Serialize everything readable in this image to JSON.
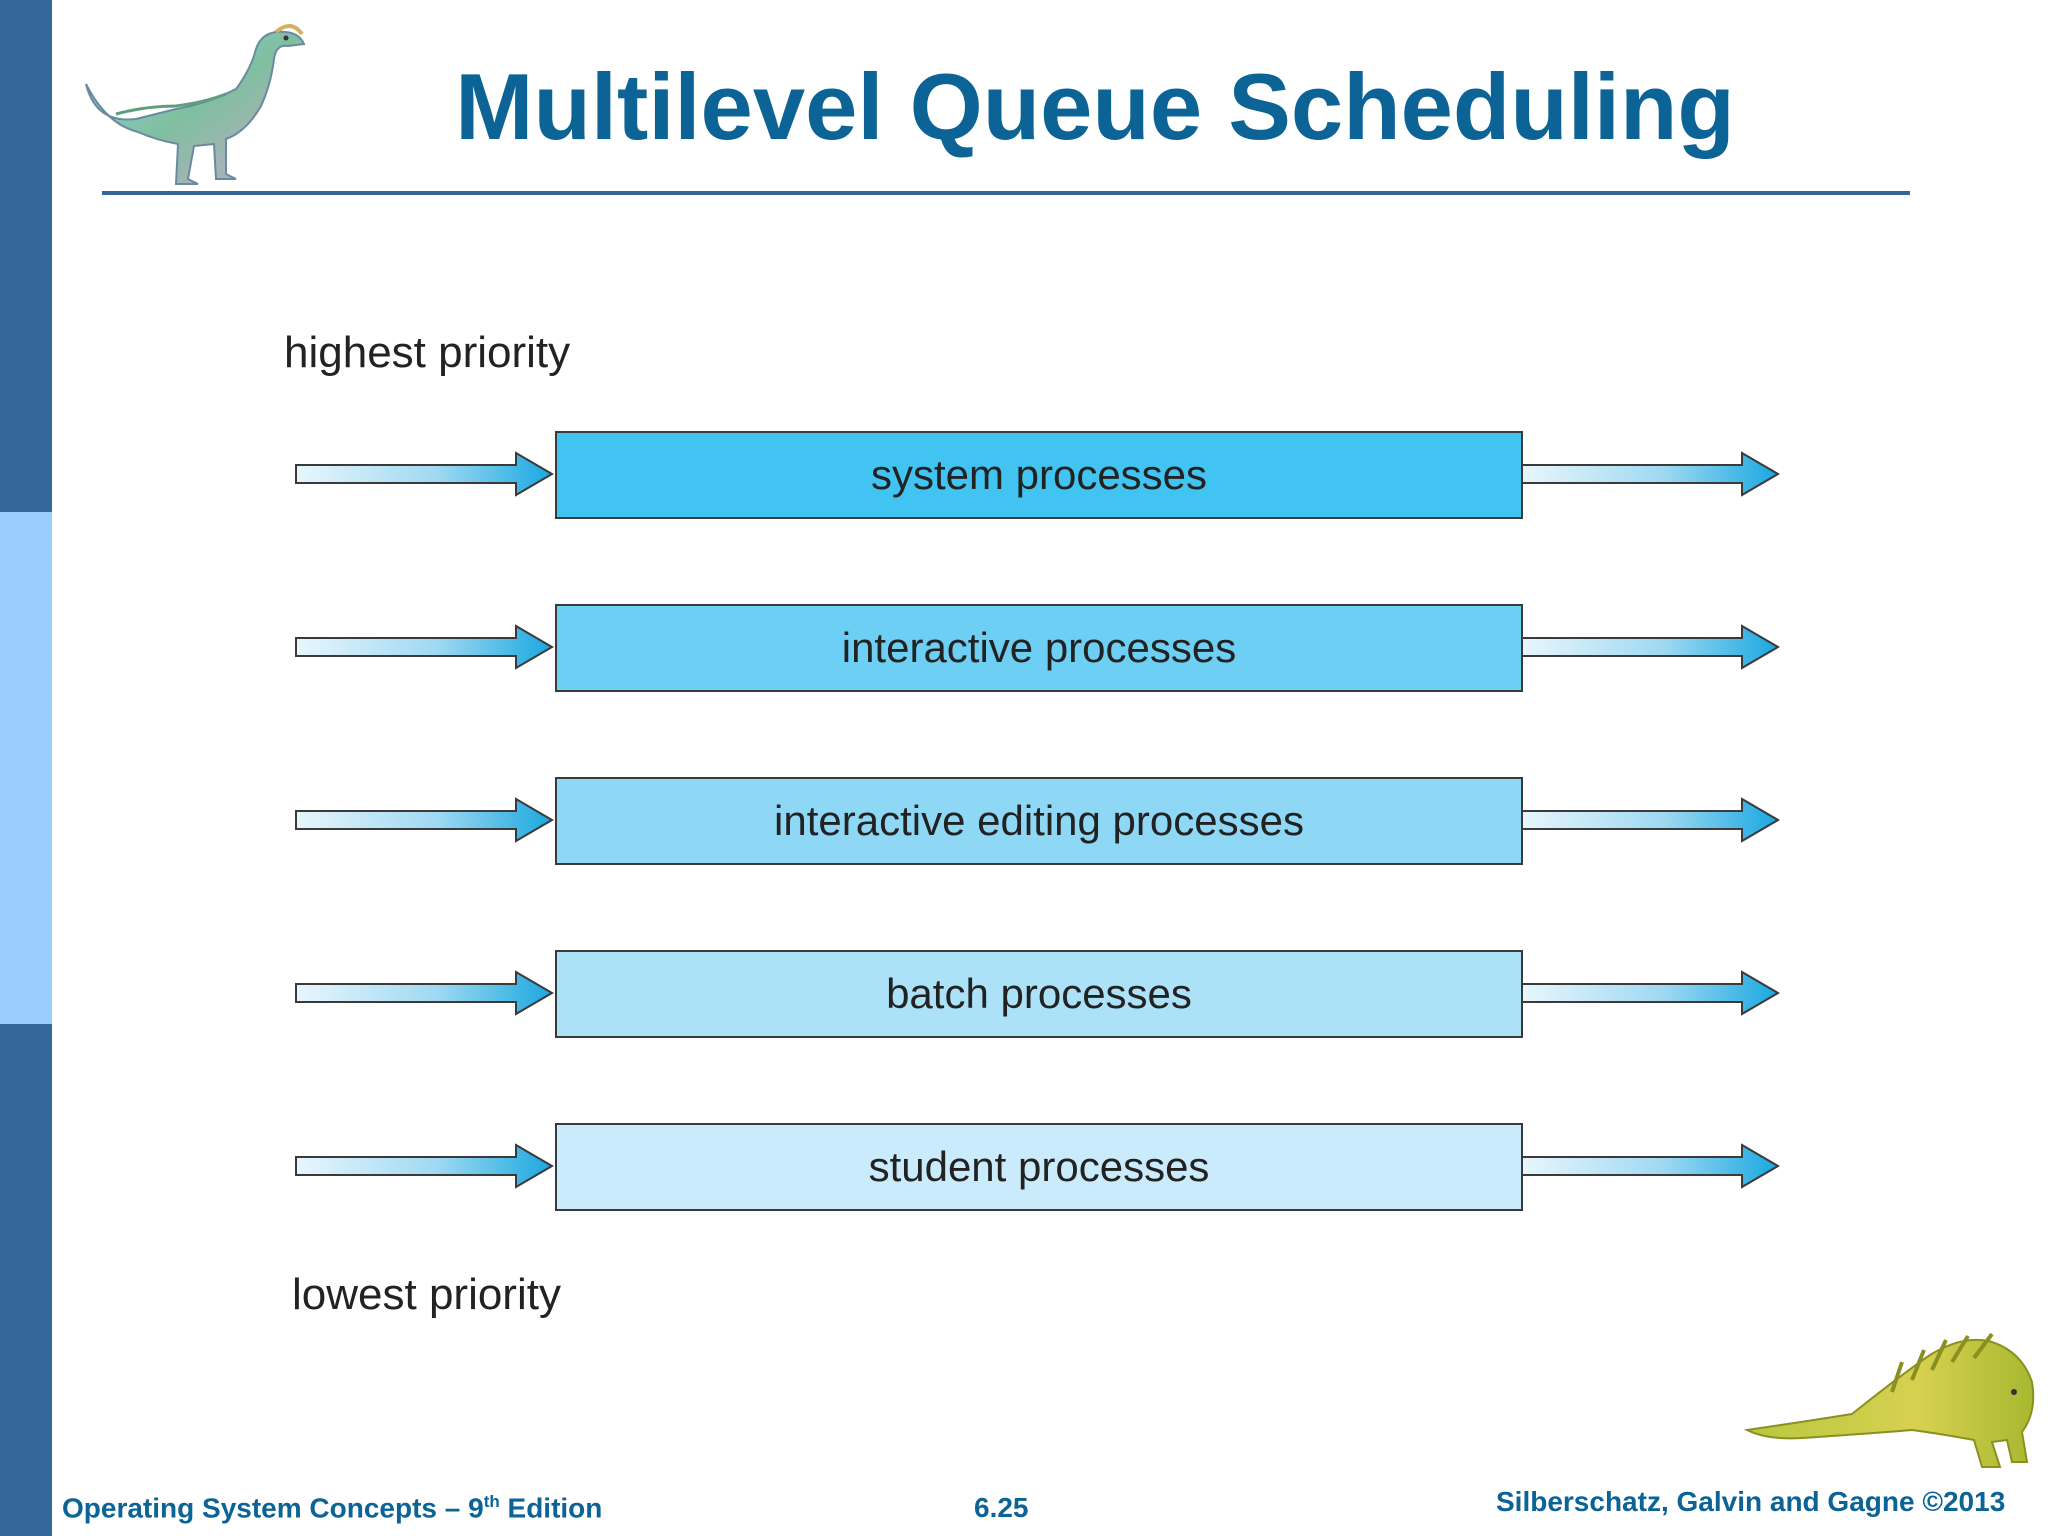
{
  "slide": {
    "title": "Multilevel Queue Scheduling",
    "highest_label": "highest priority",
    "lowest_label": "lowest priority",
    "queues": [
      {
        "label": "system processes",
        "color": "#41c4f2"
      },
      {
        "label": "interactive processes",
        "color": "#6dcff3"
      },
      {
        "label": "interactive editing processes",
        "color": "#8ed8f6"
      },
      {
        "label": "batch processes",
        "color": "#ace2f8"
      },
      {
        "label": "student processes",
        "color": "#c9ebfb"
      }
    ]
  },
  "footer": {
    "book_prefix": "Operating System Concepts – 9",
    "book_sup": "th",
    "book_suffix": " Edition",
    "page_number": "6.25",
    "copyright": "Silberschatz, Galvin and Gagne ©2013"
  },
  "theme": {
    "sidebar_dark": "#336699",
    "sidebar_light": "#99ccff",
    "title_color": "#0b6396",
    "arrow_color": "#1aa8e0"
  },
  "icons": {
    "top_left": "dinosaur-icon",
    "bottom_right": "dinosaur-icon"
  }
}
